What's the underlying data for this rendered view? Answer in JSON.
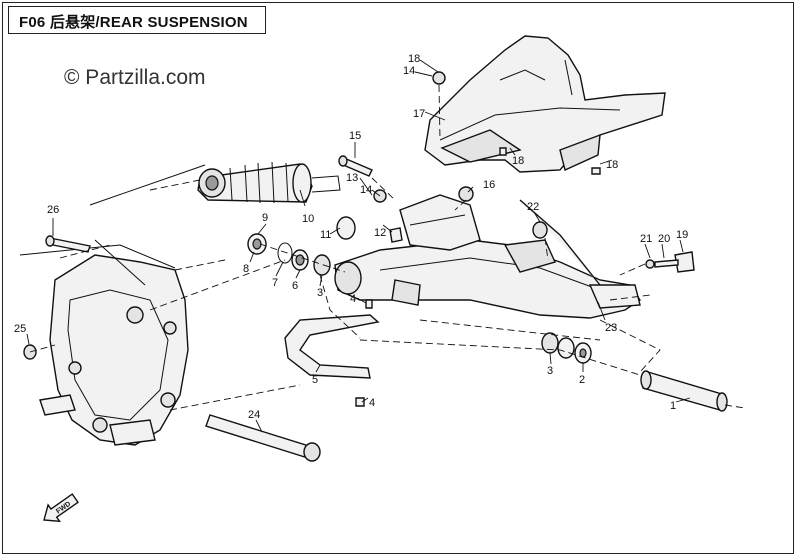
{
  "header": {
    "title": "F06 后悬架/REAR SUSPENSION"
  },
  "watermark": {
    "text": "© Partzilla.com"
  },
  "callouts": [
    {
      "id": "c18a",
      "text": "18"
    },
    {
      "id": "c14a",
      "text": "14"
    },
    {
      "id": "c17",
      "text": "17"
    },
    {
      "id": "c18b",
      "text": "18"
    },
    {
      "id": "c18c",
      "text": "18"
    },
    {
      "id": "c15",
      "text": "15"
    },
    {
      "id": "c13",
      "text": "13"
    },
    {
      "id": "c14b",
      "text": "14"
    },
    {
      "id": "c16",
      "text": "16"
    },
    {
      "id": "c10",
      "text": "10"
    },
    {
      "id": "c11",
      "text": "11"
    },
    {
      "id": "c12",
      "text": "12"
    },
    {
      "id": "c22",
      "text": "22"
    },
    {
      "id": "c26",
      "text": "26"
    },
    {
      "id": "c9",
      "text": "9"
    },
    {
      "id": "c8",
      "text": "8"
    },
    {
      "id": "c7",
      "text": "7"
    },
    {
      "id": "c6",
      "text": "6"
    },
    {
      "id": "c3a",
      "text": "3"
    },
    {
      "id": "c21",
      "text": "21"
    },
    {
      "id": "c20",
      "text": "20"
    },
    {
      "id": "c19",
      "text": "19"
    },
    {
      "id": "c4a",
      "text": "4"
    },
    {
      "id": "c23",
      "text": "23"
    },
    {
      "id": "c25",
      "text": "25"
    },
    {
      "id": "c5",
      "text": "5"
    },
    {
      "id": "c3b",
      "text": "3"
    },
    {
      "id": "c2",
      "text": "2"
    },
    {
      "id": "c4b",
      "text": "4"
    },
    {
      "id": "c1",
      "text": "1"
    },
    {
      "id": "c24",
      "text": "24"
    }
  ],
  "fwd_marker": {
    "text": "FWD"
  }
}
